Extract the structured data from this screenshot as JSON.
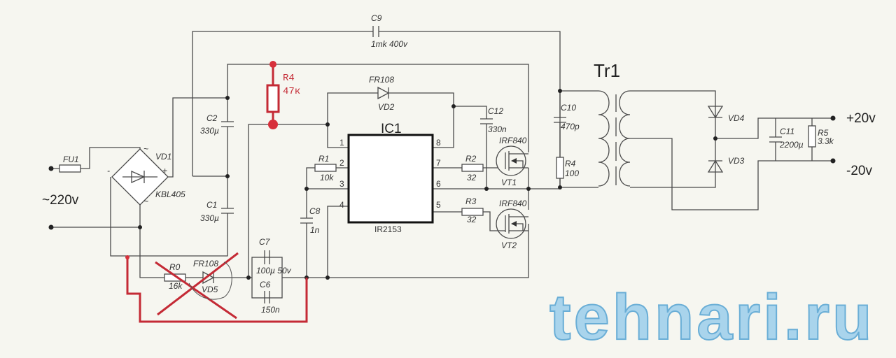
{
  "diagram": {
    "input_voltage": "~220v",
    "output_positive": "+20v",
    "output_negative": "-20v",
    "transformer": "Tr1",
    "ic": {
      "ref": "IC1",
      "part": "IR2153",
      "pins": [
        "1",
        "2",
        "3",
        "4",
        "5",
        "6",
        "7",
        "8"
      ]
    },
    "components": {
      "fu1": "FU1",
      "vd1": "VD1",
      "vd1_part": "KBL405",
      "c1": "C1",
      "c1_val": "330µ",
      "c2": "C2",
      "c2_val": "330µ",
      "c9": "C9",
      "c9_val": "1mk 400v",
      "r4_new": "R4",
      "r4_new_val": "47к",
      "vd2": "VD2",
      "vd2_part": "FR108",
      "r1": "R1",
      "r1_val": "10k",
      "c8": "C8",
      "c8_val": "1n",
      "c7": "C7",
      "c7_val": "100µ 50v",
      "c6": "C6",
      "c6_val": "150n",
      "r0": "R0",
      "r0_val": "16k",
      "vd5": "VD5",
      "vd5_part": "FR108",
      "c12": "C12",
      "c12_val": "330n",
      "r2": "R2",
      "r2_val": "32",
      "r3": "R3",
      "r3_val": "32",
      "vt1": "VT1",
      "vt1_part": "IRF840",
      "vt2": "VT2",
      "vt2_part": "IRF840",
      "c10": "C10",
      "c10_val": "470p",
      "r4": "R4",
      "r4_val": "100",
      "vd3": "VD3",
      "vd4": "VD4",
      "c11": "C11",
      "c11_val": "2200µ",
      "r5": "R5",
      "r5_val": "3.3k"
    },
    "polarity_plus": "+",
    "polarity_minus": "-",
    "ac_mark": "~"
  },
  "watermark": "tehnari.ru",
  "colors": {
    "wire": "#4a4a4a",
    "modification": "#c42a35",
    "watermark": "#a9d4ec",
    "background": "#f6f6f0"
  }
}
